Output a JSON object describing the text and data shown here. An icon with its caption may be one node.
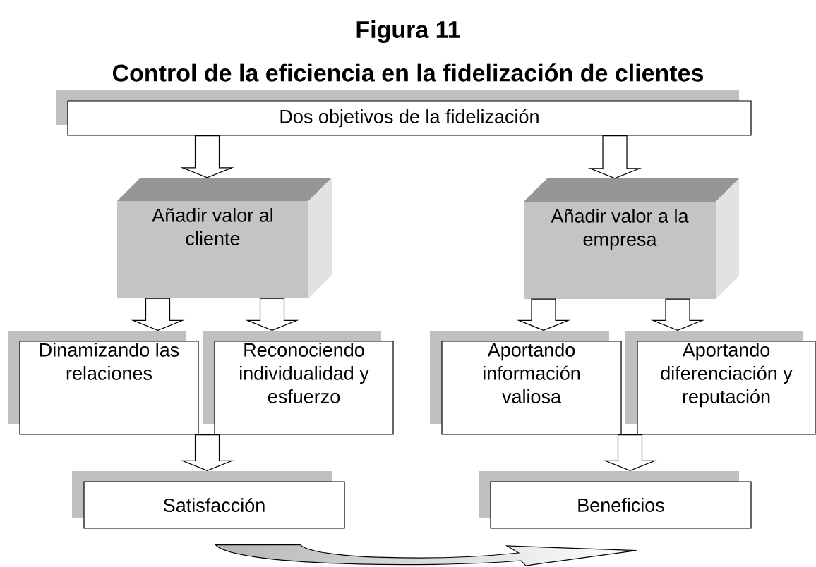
{
  "diagram": {
    "title": "Control de la eficiencia en la fidelización de clientes",
    "labels": [
      "Figura 11"
    ],
    "nodes": [
      {
        "text": [
          "Dos objetivos de la fidelización"
        ]
      },
      {
        "text": [
          "Añadir valor al cliente"
        ]
      },
      {
        "text": [
          "Añadir valor a la empresa"
        ]
      },
      {
        "text": [
          "Dinamizando las relaciones"
        ]
      },
      {
        "text": [
          "Reconociendo individualidad y esfuerzo"
        ]
      },
      {
        "text": [
          "Aportando información valiosa"
        ]
      },
      {
        "text": [
          "Aportando diferenciación y reputación"
        ]
      },
      {
        "text": [
          "Satisfacción"
        ]
      },
      {
        "text": [
          "Beneficios"
        ]
      }
    ],
    "edges": [
      {
        "from": 0,
        "to": 1,
        "arrow": "to"
      },
      {
        "from": 0,
        "to": 2,
        "arrow": "to"
      },
      {
        "from": 1,
        "to": 3,
        "arrow": "to"
      },
      {
        "from": 1,
        "to": 4,
        "arrow": "to"
      },
      {
        "from": 2,
        "to": 5,
        "arrow": "to"
      },
      {
        "from": 2,
        "to": 6,
        "arrow": "to"
      },
      {
        "from": 3,
        "to": 7,
        "arrow": "to"
      },
      {
        "from": 4,
        "to": 7,
        "arrow": "to"
      },
      {
        "from": 5,
        "to": 8,
        "arrow": "to"
      },
      {
        "from": 6,
        "to": 8,
        "arrow": "to"
      },
      {
        "from": 7,
        "to": 8,
        "arrow": "to"
      }
    ]
  }
}
